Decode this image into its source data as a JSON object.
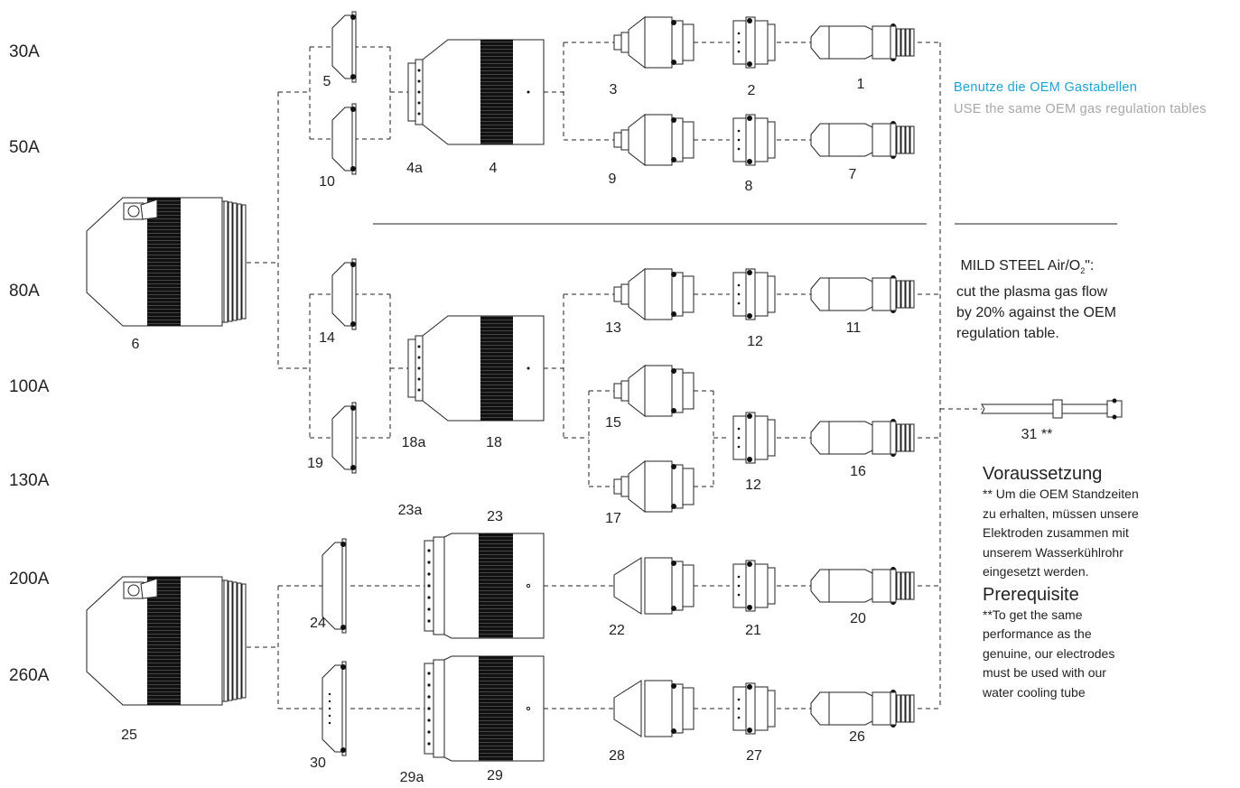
{
  "amperages": [
    "30A",
    "50A",
    "80A",
    "100A",
    "130A",
    "200A",
    "260A"
  ],
  "part_numbers": {
    "p1": "1",
    "p2": "2",
    "p3": "3",
    "p4": "4",
    "p4a": "4a",
    "p5": "5",
    "p6": "6",
    "p7": "7",
    "p8": "8",
    "p9": "9",
    "p10": "10",
    "p11": "11",
    "p12a": "12",
    "p12b": "12",
    "p13": "13",
    "p14": "14",
    "p15": "15",
    "p16": "16",
    "p17": "17",
    "p18": "18",
    "p18a": "18a",
    "p19": "19",
    "p20": "20",
    "p21": "21",
    "p22": "22",
    "p23": "23",
    "p23a": "23a",
    "p24": "24",
    "p25": "25",
    "p26": "26",
    "p27": "27",
    "p28": "28",
    "p29": "29",
    "p29a": "29a",
    "p30": "30",
    "p31": "31 **"
  },
  "notes": {
    "gas_de": "Benutze die OEM Gastabellen",
    "gas_en": "USE the same OEM gas regulation tables",
    "mild_steel_prefix": "MILD STEEL Air/O",
    "mild_steel_sub": "2",
    "mild_steel_suffix": "\":",
    "mild_steel_line2": "cut the plasma gas flow",
    "mild_steel_line3": "by 20% against the OEM",
    "mild_steel_line4": "regulation table.",
    "voraussetzung_title": "Voraussetzung",
    "voraussetzung_lines": [
      "** Um die OEM Standzeiten",
      "zu erhalten, müssen unsere",
      "Elektroden zusammen mit",
      "unserem Wasserkühlrohr",
      "eingesetzt werden."
    ],
    "prerequisite_title": "Prerequisite",
    "prerequisite_lines": [
      "**To get the same",
      "performance as the",
      "genuine, our electrodes",
      "must be used with our",
      "water cooling tube"
    ]
  },
  "colors": {
    "blue_note": "#1ba3d8",
    "grey_note": "#a7a7a7",
    "line": "#222222"
  }
}
